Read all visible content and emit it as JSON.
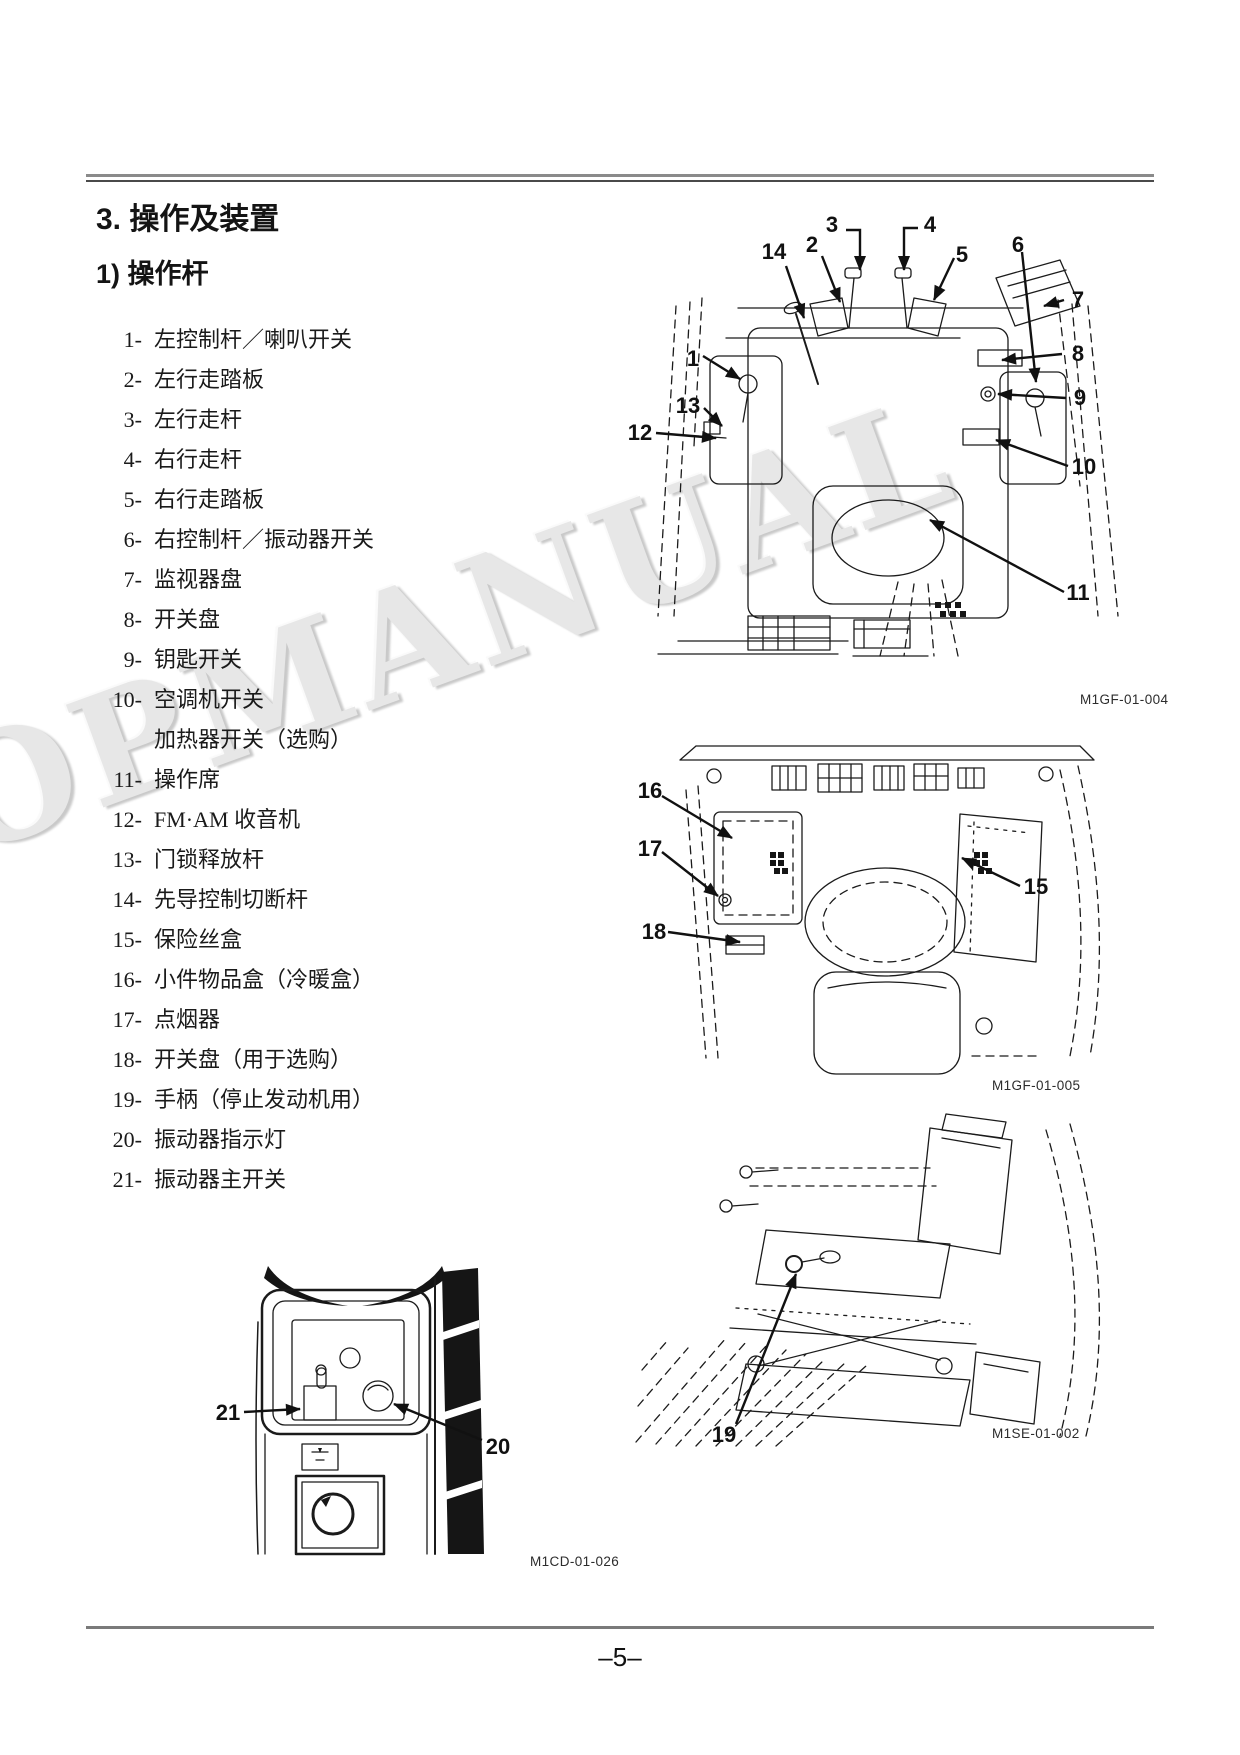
{
  "page": {
    "title": "3. 操作及装置",
    "subtitle": "1) 操作杆",
    "page_number": "–5–",
    "watermark": "TOPMANUAL"
  },
  "parts_list": [
    {
      "num": "1-",
      "label": "左控制杆／喇叭开关"
    },
    {
      "num": "2-",
      "label": "左行走踏板"
    },
    {
      "num": "3-",
      "label": "左行走杆"
    },
    {
      "num": "4-",
      "label": "右行走杆"
    },
    {
      "num": "5-",
      "label": "右行走踏板"
    },
    {
      "num": "6-",
      "label": "右控制杆／振动器开关"
    },
    {
      "num": "7-",
      "label": "监视器盘"
    },
    {
      "num": "8-",
      "label": "开关盘"
    },
    {
      "num": "9-",
      "label": "钥匙开关"
    },
    {
      "num": "10-",
      "label": "空调机开关",
      "label2": "加热器开关（选购）"
    },
    {
      "num": "11-",
      "label": "操作席"
    },
    {
      "num": "12-",
      "label": "FM·AM 收音机"
    },
    {
      "num": "13-",
      "label": "门锁释放杆"
    },
    {
      "num": "14-",
      "label": "先导控制切断杆"
    },
    {
      "num": "15-",
      "label": "保险丝盒"
    },
    {
      "num": "16-",
      "label": "小件物品盒（冷暖盒）"
    },
    {
      "num": "17-",
      "label": "点烟器"
    },
    {
      "num": "18-",
      "label": "开关盘（用于选购）"
    },
    {
      "num": "19-",
      "label": "手柄（停止发动机用）"
    },
    {
      "num": "20-",
      "label": "振动器指示灯"
    },
    {
      "num": "21-",
      "label": "振动器主开关"
    }
  ],
  "figures": {
    "fig1": {
      "caption": "M1GF-01-004",
      "callouts": {
        "c1": "1",
        "c2": "2",
        "c3": "3",
        "c4": "4",
        "c5": "5",
        "c6": "6",
        "c7": "7",
        "c8": "8",
        "c9": "9",
        "c10": "10",
        "c11": "11",
        "c12": "12",
        "c13": "13",
        "c14": "14"
      }
    },
    "fig2": {
      "caption": "M1GF-01-005",
      "callouts": {
        "c15": "15",
        "c16": "16",
        "c17": "17",
        "c18": "18"
      }
    },
    "fig3": {
      "caption": "M1SE-01-002",
      "callouts": {
        "c19": "19"
      }
    },
    "fig4": {
      "caption": "M1CD-01-026",
      "callouts": {
        "c20": "20",
        "c21": "21"
      }
    }
  }
}
